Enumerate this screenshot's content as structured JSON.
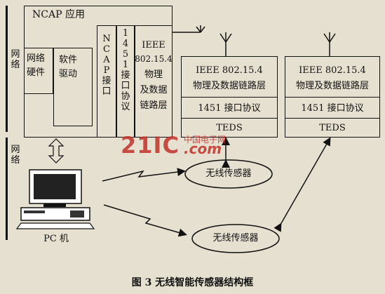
{
  "network_label_top": "网络",
  "network_label_bottom": "网络",
  "ncap": {
    "title": "NCAP 应用",
    "hardware": "网络硬件",
    "driver": "软件驱动",
    "interface": "NCAP接口",
    "protocol_1451": "1451接口协议",
    "ieee_line1": "IEEE",
    "ieee_line2": "802.15.4",
    "ieee_line3": "物理",
    "ieee_line4": "及数据",
    "ieee_line5": "链路层"
  },
  "module1": {
    "line1": "IEEE 802.15.4",
    "line2": "物理及数据链路层",
    "protocol": "1451 接口协议",
    "teds": "TEDS"
  },
  "module2": {
    "line1": "IEEE 802.15.4",
    "line2": "物理及数据链路层",
    "protocol": "1451 接口协议",
    "teds": "TEDS"
  },
  "sensor1": "无线传感器",
  "sensor2": "无线传感器",
  "pc_label": "PC 机",
  "caption": "图 3 无线智能传感器结构框",
  "watermark": {
    "logo": "21IC",
    "cn": "中国电子网",
    "domain": ".com"
  }
}
